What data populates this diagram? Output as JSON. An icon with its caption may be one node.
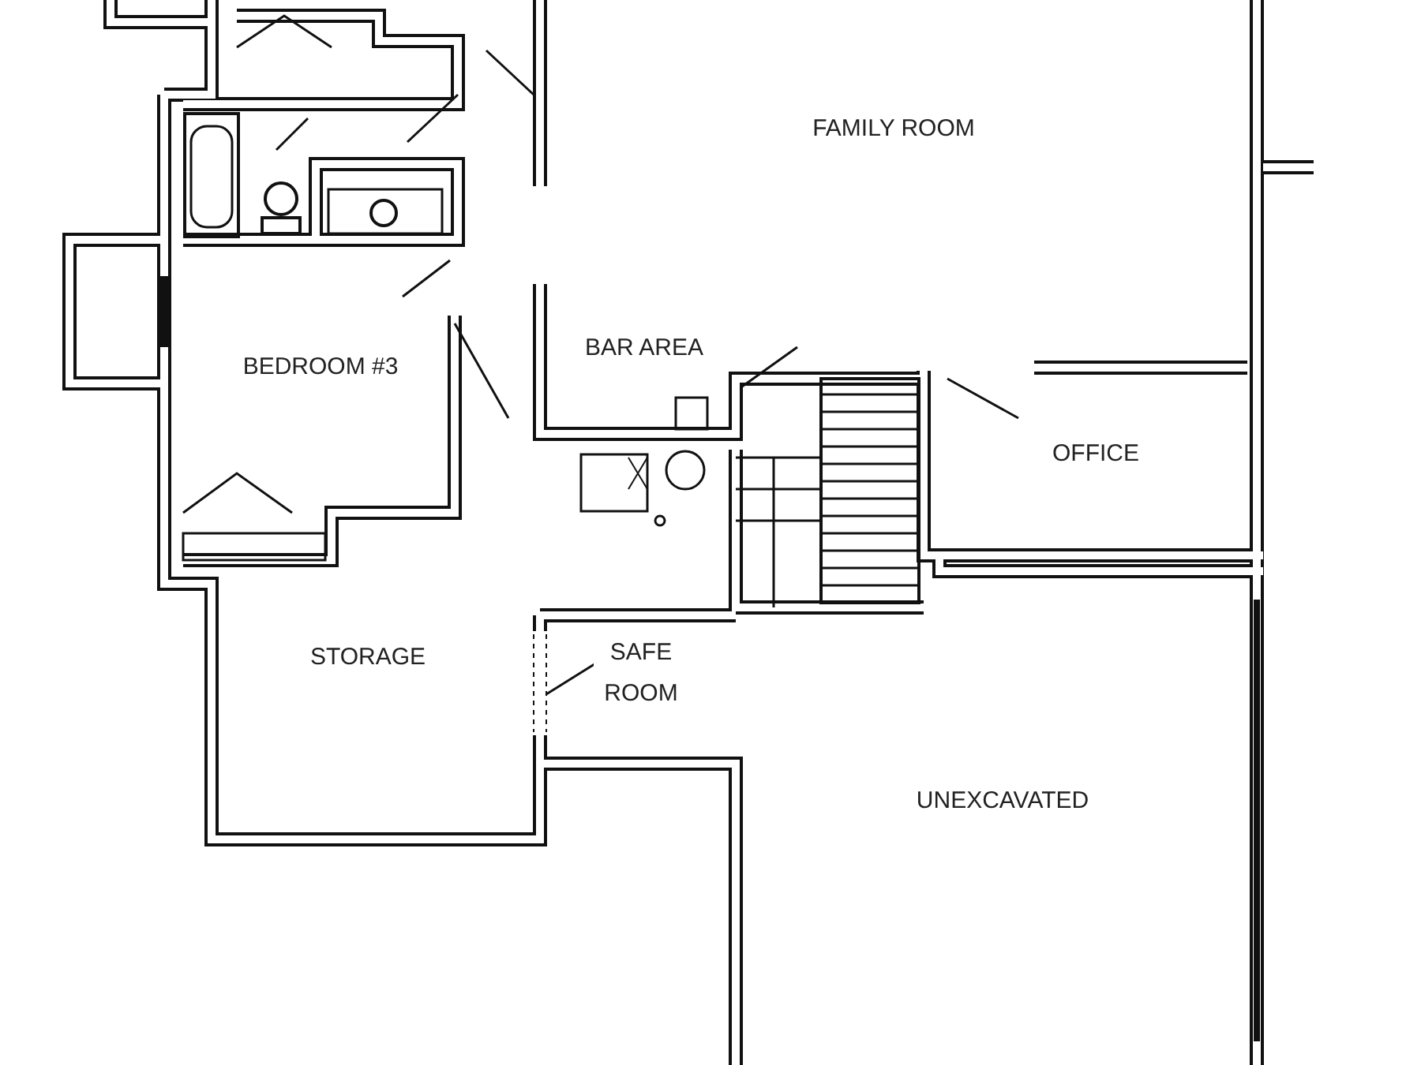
{
  "diagram": {
    "labels": [
      "FAMILY ROOM",
      "BAR AREA",
      "BEDROOM #3",
      "OFFICE",
      "STORAGE",
      "SAFE ROOM",
      "UNEXCAVATED"
    ]
  }
}
